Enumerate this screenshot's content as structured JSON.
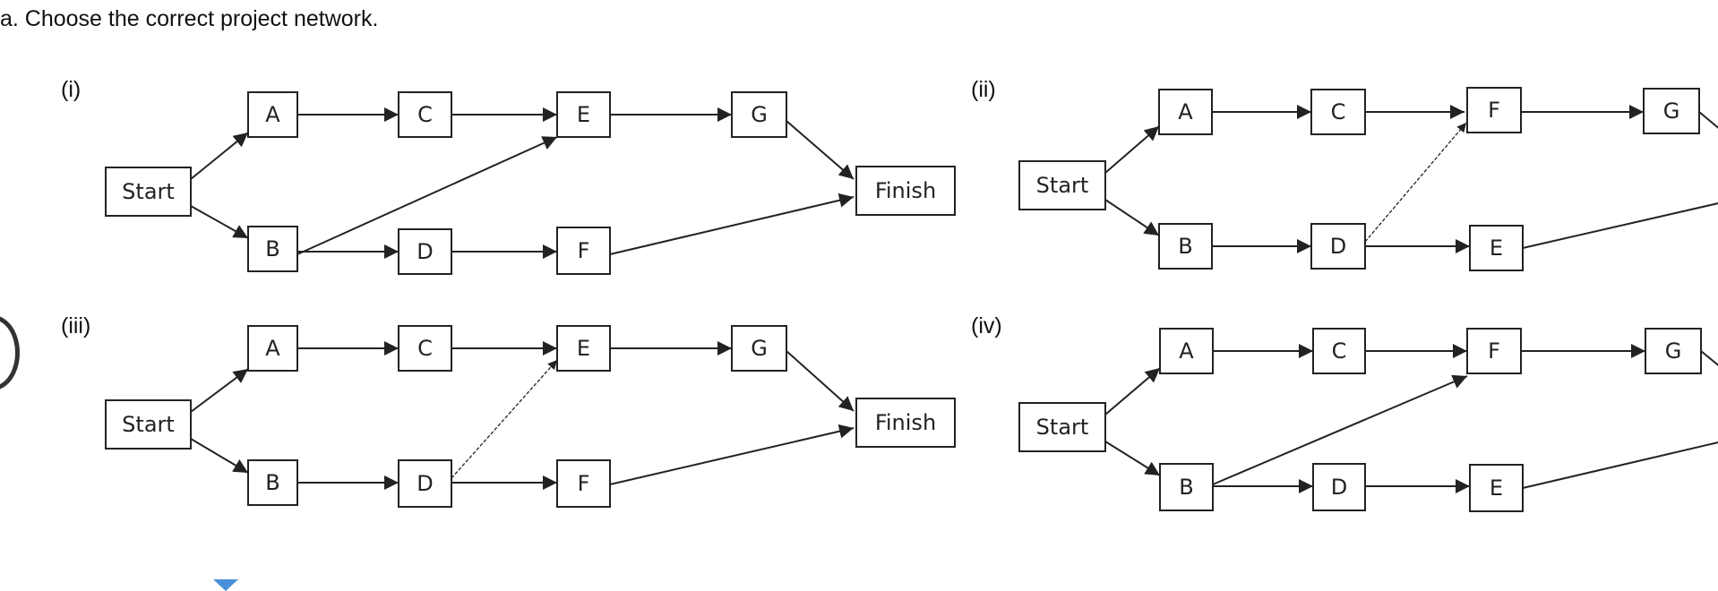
{
  "question": "a. Choose the correct project network.",
  "options": [
    {
      "label": "(i)",
      "nodes": [
        "Start",
        "A",
        "B",
        "C",
        "D",
        "E",
        "F",
        "G",
        "Finish"
      ],
      "edges": [
        [
          "Start",
          "A"
        ],
        [
          "Start",
          "B"
        ],
        [
          "A",
          "C"
        ],
        [
          "C",
          "E"
        ],
        [
          "E",
          "G"
        ],
        [
          "G",
          "Finish"
        ],
        [
          "B",
          "E"
        ],
        [
          "B",
          "D"
        ],
        [
          "D",
          "F"
        ],
        [
          "F",
          "Finish"
        ]
      ]
    },
    {
      "label": "(ii)",
      "nodes": [
        "Start",
        "A",
        "B",
        "C",
        "D",
        "F",
        "E",
        "G"
      ],
      "edges": [
        [
          "Start",
          "A"
        ],
        [
          "Start",
          "B"
        ],
        [
          "A",
          "C"
        ],
        [
          "C",
          "F"
        ],
        [
          "F",
          "G"
        ],
        [
          "B",
          "D"
        ],
        [
          "D",
          "E"
        ],
        [
          "D",
          "F"
        ]
      ]
    },
    {
      "label": "(iii)",
      "nodes": [
        "Start",
        "A",
        "B",
        "C",
        "D",
        "E",
        "F",
        "G",
        "Finish"
      ],
      "edges": [
        [
          "Start",
          "A"
        ],
        [
          "Start",
          "B"
        ],
        [
          "A",
          "C"
        ],
        [
          "C",
          "E"
        ],
        [
          "E",
          "G"
        ],
        [
          "G",
          "Finish"
        ],
        [
          "B",
          "D"
        ],
        [
          "D",
          "E"
        ],
        [
          "D",
          "F"
        ],
        [
          "F",
          "Finish"
        ]
      ]
    },
    {
      "label": "(iv)",
      "nodes": [
        "Start",
        "A",
        "B",
        "C",
        "D",
        "F",
        "E",
        "G"
      ],
      "edges": [
        [
          "Start",
          "A"
        ],
        [
          "Start",
          "B"
        ],
        [
          "A",
          "C"
        ],
        [
          "C",
          "F"
        ],
        [
          "F",
          "G"
        ],
        [
          "B",
          "F"
        ],
        [
          "B",
          "D"
        ],
        [
          "D",
          "E"
        ]
      ]
    }
  ],
  "colors": {
    "accent": "#4a90d9",
    "line": "#222222"
  },
  "icons": {
    "radio": "radio-button-icon",
    "dropdown": "dropdown-caret-icon"
  }
}
